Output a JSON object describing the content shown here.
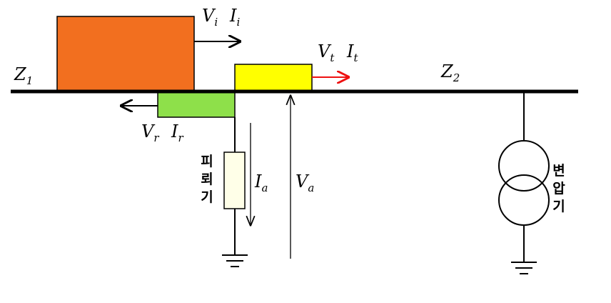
{
  "colors": {
    "incident": "#f26f1f",
    "transmitted": "#ffff00",
    "reflected": "#8ee04a",
    "transmitted_arrow": "#ee1111",
    "line": "#000000"
  },
  "labels": {
    "z1": {
      "main": "Z",
      "sub": "1"
    },
    "z2": {
      "main": "Z",
      "sub": "2"
    },
    "vi": {
      "main": "V",
      "sub": "i"
    },
    "ii": {
      "main": "I",
      "sub": "i"
    },
    "vt": {
      "main": "V",
      "sub": "t"
    },
    "it": {
      "main": "I",
      "sub": "t"
    },
    "vr": {
      "main": "V",
      "sub": "r"
    },
    "ir": {
      "main": "I",
      "sub": "r"
    },
    "ia": {
      "main": "I",
      "sub": "a"
    },
    "va": {
      "main": "V",
      "sub": "a"
    }
  },
  "arrester": {
    "chars": [
      "피",
      "뢰",
      "기"
    ]
  },
  "transformer": {
    "chars": [
      "변",
      "압",
      "기"
    ]
  },
  "icons": {
    "ground": "ground-symbol-icon",
    "transformer": "transformer-coils-icon",
    "arrester": "arrester-resistor-icon"
  }
}
